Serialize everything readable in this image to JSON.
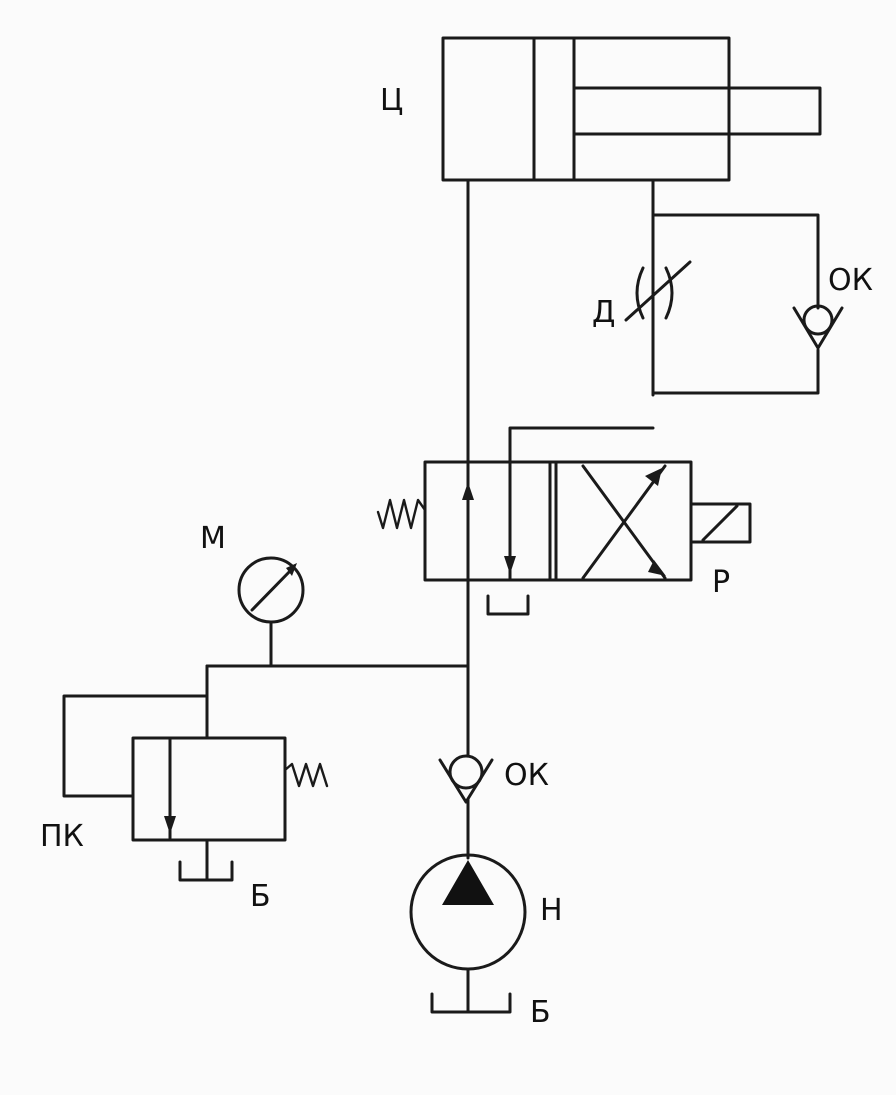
{
  "labels": {
    "cylinder": "Ц",
    "throttle": "Д",
    "check_valve_top": "ОК",
    "distributor": "Р",
    "manometer": "М",
    "check_valve_bottom": "ОК",
    "relief_valve": "ПК",
    "tank_relief": "Б",
    "pump": "Н",
    "tank_pump": "Б"
  }
}
